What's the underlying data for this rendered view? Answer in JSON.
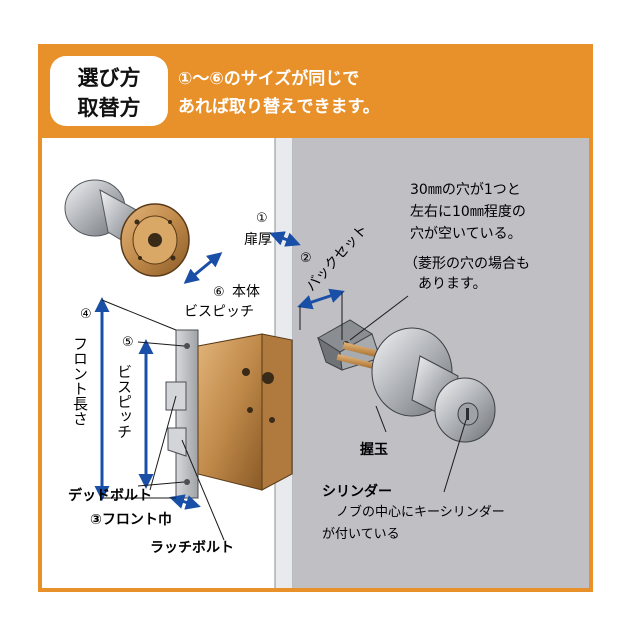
{
  "colors": {
    "accent": "#e8902a",
    "door_face": "#bfbfc4",
    "door_light": "#e9eaee",
    "wall_bg": "#ffffff",
    "dimension_arrow": "#1a4fa8",
    "brass": "#c08a4a",
    "chrome": "#b5b8bd"
  },
  "header": {
    "badge_line1": "選び方",
    "badge_line2": "取替方",
    "message_line1": "①～⑥のサイズが同じで",
    "message_line2": "あれば取り替えできます。"
  },
  "labels": {
    "door_thickness_num": "①",
    "door_thickness": "扉厚",
    "backset_num": "②",
    "backset": "バックセット",
    "front_width": "③フロント巾",
    "front_length_num": "④",
    "front_length": "フロント長さ",
    "case_screw_pitch_num": "⑤",
    "case_screw_pitch": "ビスピッチ",
    "body_screw_pitch_num": "⑥",
    "body_screw_pitch_line1": "本体",
    "body_screw_pitch_line2": "ビスピッチ",
    "deadbolt": "デッドボルト",
    "latch_bolt": "ラッチボルト",
    "knob": "握玉",
    "cylinder": "シリンダー"
  },
  "notes": {
    "hole_line1": "30㎜の穴が1つと",
    "hole_line2": "左右に10㎜程度の",
    "hole_line3": "穴が空いている。",
    "diamond_line1": "（菱形の穴の場合も",
    "diamond_line2": "あります。",
    "cylinder_line1": "ノブの中心にキーシリンダー",
    "cylinder_line2": "が付いている"
  }
}
